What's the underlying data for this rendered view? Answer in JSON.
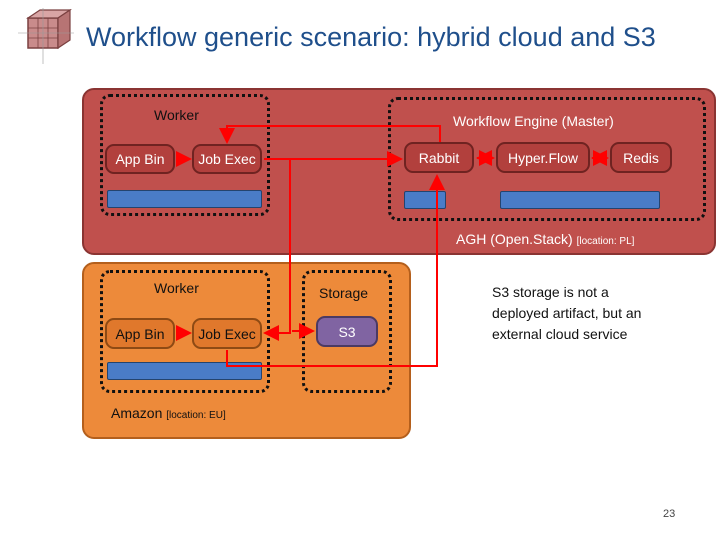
{
  "slide": {
    "title": "Workflow generic scenario: hybrid cloud and S3",
    "page_number": "23"
  },
  "agh": {
    "region_name": "AGH (Open.Stack)",
    "region_location": "[location: PL]",
    "worker": {
      "title": "Worker",
      "app_bin": "App Bin",
      "job_exec": "Job Exec"
    },
    "engine": {
      "title": "Workflow Engine (Master)",
      "rabbit": "Rabbit",
      "hyperflow": "Hyper.Flow",
      "redis": "Redis"
    }
  },
  "amazon": {
    "region_name": "Amazon",
    "region_location": "[location: EU]",
    "worker": {
      "title": "Worker",
      "app_bin": "App Bin",
      "job_exec": "Job Exec"
    },
    "storage": {
      "title": "Storage",
      "s3": "S3"
    }
  },
  "note": "S3 storage is not a deployed artifact, but an external cloud service",
  "colors": {
    "title": "#1f4f8b",
    "agh_region": "#c0504d",
    "amazon_region": "#ed8a3a",
    "s3_node": "#8064a2",
    "bar": "#4a7cc7",
    "arrow": "#ff0000"
  }
}
